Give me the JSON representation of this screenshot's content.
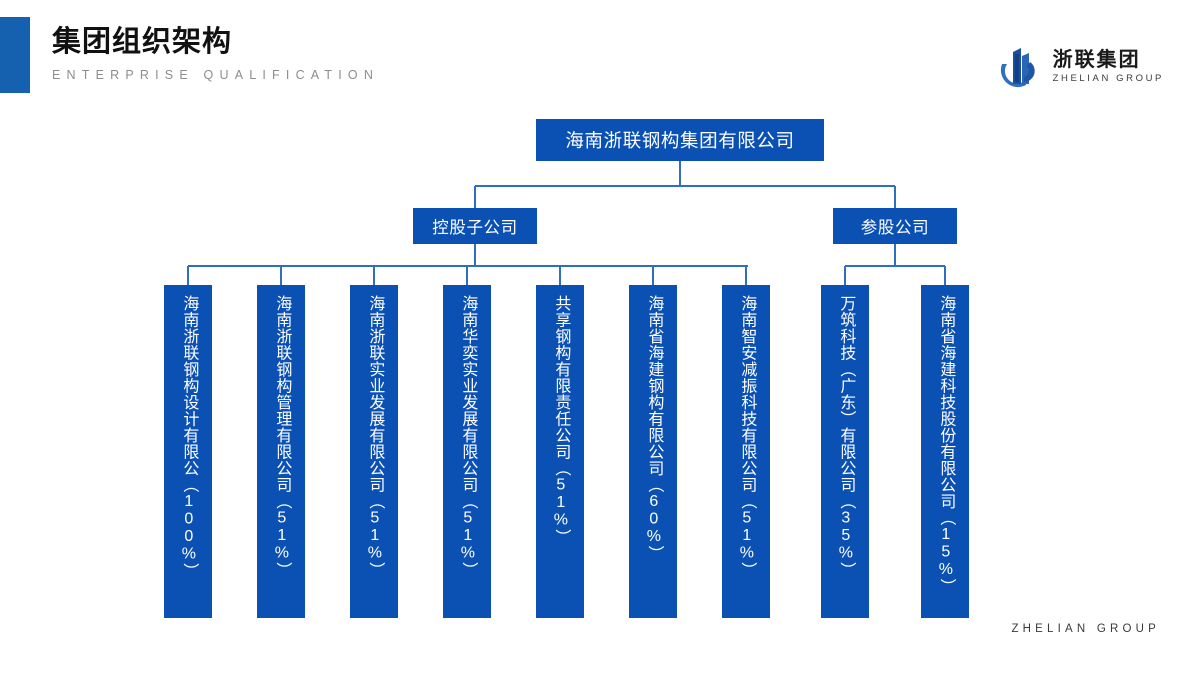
{
  "header": {
    "title": "集团组织架构",
    "subtitle": "ENTERPRISE QUALIFICATION",
    "accent_color": "#1660b0"
  },
  "logo": {
    "icon": "building-logo-icon",
    "name_cn": "浙联集团",
    "name_en": "ZHELIAN GROUP"
  },
  "footer": {
    "watermark": "ZHELIAN GROUP"
  },
  "theme": {
    "node_blue": "#0b51b4",
    "connector_blue": "#2f6fc0",
    "text_white": "#ffffff",
    "subtitle_gray": "#8d8d8d"
  },
  "chart_data": {
    "type": "diagram",
    "title": "集团组织架构",
    "root": {
      "label": "海南浙联钢构集团有限公司"
    },
    "branches": [
      {
        "label": "控股子公司",
        "children": [
          {
            "label": "海南浙联钢构设计有限公（100%）",
            "company": "海南浙联钢构设计有限公",
            "share": "100%"
          },
          {
            "label": "海南浙联钢构管理有限公司（51%）",
            "company": "海南浙联钢构管理有限公司",
            "share": "51%"
          },
          {
            "label": "海南浙联实业发展有限公司（51%）",
            "company": "海南浙联实业发展有限公司",
            "share": "51%"
          },
          {
            "label": "海南华奕实业发展有限公司（51%）",
            "company": "海南华奕实业发展有限公司",
            "share": "51%"
          },
          {
            "label": "共享钢构有限责任公司（51%）",
            "company": "共享钢构有限责任公司",
            "share": "51%"
          },
          {
            "label": "海南省海建钢构有限公司（60%）",
            "company": "海南省海建钢构有限公司",
            "share": "60%"
          },
          {
            "label": "海南智安减振科技有限公司（51%）",
            "company": "海南智安减振科技有限公司",
            "share": "51%"
          }
        ]
      },
      {
        "label": "参股公司",
        "children": [
          {
            "label": "万筑科技（广东）有限公司（35%）",
            "company": "万筑科技（广东）有限公司",
            "share": "35%"
          },
          {
            "label": "海南省海建科技股份有限公司（15%）",
            "company": "海南省海建科技股份有限公司",
            "share": "15%"
          }
        ]
      }
    ]
  }
}
